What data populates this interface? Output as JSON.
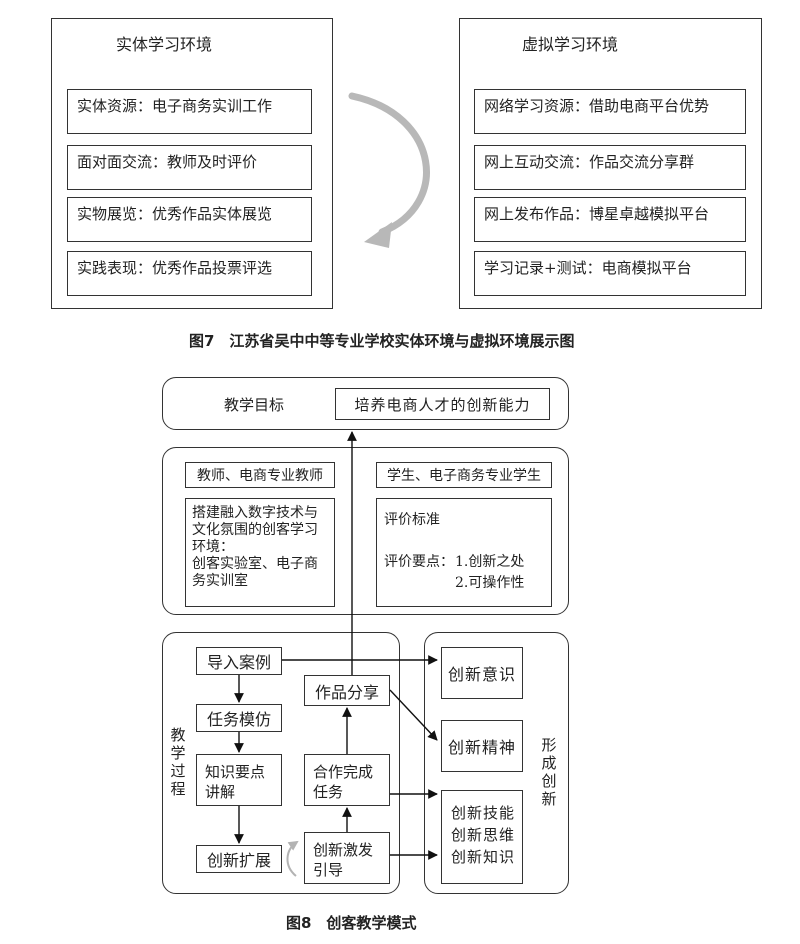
{
  "fig7": {
    "physical": {
      "title": "实体学习环境",
      "items": [
        "实体资源：电子商务实训工作",
        "面对面交流：教师及时评价",
        "实物展览：优秀作品实体展览",
        "实践表现：优秀作品投票评选"
      ]
    },
    "virtual": {
      "title": "虚拟学习环境",
      "items": [
        "网络学习资源：借助电商平台优势",
        "网上互动交流：作品交流分享群",
        "网上发布作品：博星卓越模拟平台",
        "学习记录+测试：电商模拟平台"
      ]
    },
    "caption": "图7　江苏省吴中中等专业学校实体环境与虚拟环境展示图"
  },
  "fig8": {
    "goal": {
      "label": "教学目标",
      "value": "培养电商人才的创新能力"
    },
    "teacher": {
      "label": "教师、电商专业教师",
      "desc": [
        "搭建融入数字技术与",
        "文化氛围的创客学习",
        "环境：",
        "创客实验室、电子商",
        "务实训室"
      ]
    },
    "student": {
      "label": "学生、电子商务专业学生",
      "standard": "评价标准",
      "points_label": "评价要点：",
      "point1": "1.创新之处",
      "point2": "2.可操作性"
    },
    "process_label": [
      "教",
      "学",
      "过",
      "程"
    ],
    "steps": {
      "intro": "导入案例",
      "imitate": "任务模仿",
      "knowledge": [
        "知识要点",
        "讲解"
      ],
      "extend": "创新扩展",
      "share": "作品分享",
      "cooperate": [
        "合作完成",
        "任务"
      ],
      "inspire": [
        "创新激发",
        "引导"
      ]
    },
    "outcomes": {
      "awareness": "创新意识",
      "spirit": "创新精神",
      "skills": [
        "创新技能",
        "创新思维",
        "创新知识"
      ]
    },
    "innovation_label": [
      "形",
      "成",
      "创",
      "新"
    ],
    "caption": "图8　创客教学模式"
  }
}
